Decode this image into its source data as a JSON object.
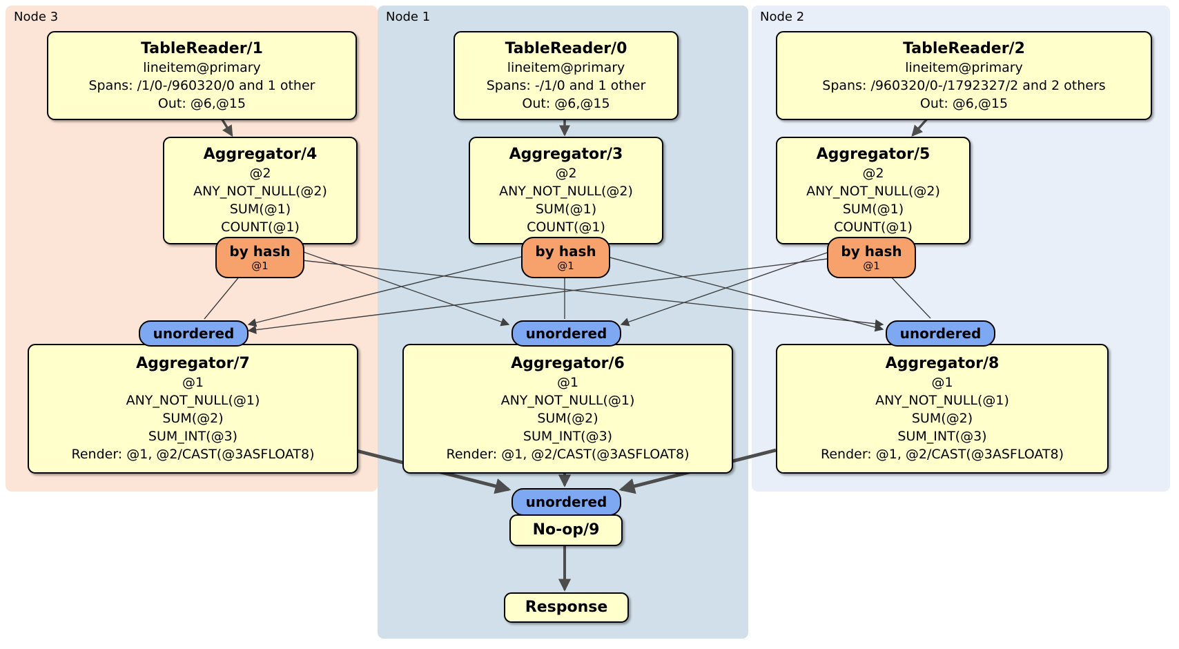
{
  "title": "DistSQL physical plan diagram",
  "colors": {
    "node3-bg": "#fce4d6",
    "node1-bg": "#d0dfe9",
    "node2-bg": "#e9eff8",
    "box-bg": "#ffffcc",
    "router-bg": "#f7a26c",
    "stream-bg": "#7fa8f2",
    "edge": "#404040",
    "edge-thick": "#4d4d4d"
  },
  "regions": [
    {
      "label": "Node 3"
    },
    {
      "label": "Node 1"
    },
    {
      "label": "Node 2"
    }
  ],
  "processors": {
    "tr1": {
      "title": "TableReader/1",
      "lines": [
        "lineitem@primary",
        "Spans: /1/0-/960320/0 and 1 other",
        "Out: @6,@15"
      ]
    },
    "tr0": {
      "title": "TableReader/0",
      "lines": [
        "lineitem@primary",
        "Spans: -/1/0 and 1 other",
        "Out: @6,@15"
      ]
    },
    "tr2": {
      "title": "TableReader/2",
      "lines": [
        "lineitem@primary",
        "Spans: /960320/0-/1792327/2 and 2 others",
        "Out: @6,@15"
      ]
    },
    "agg4": {
      "title": "Aggregator/4",
      "lines": [
        "@2",
        "ANY_NOT_NULL(@2)",
        "SUM(@1)",
        "COUNT(@1)"
      ]
    },
    "agg3": {
      "title": "Aggregator/3",
      "lines": [
        "@2",
        "ANY_NOT_NULL(@2)",
        "SUM(@1)",
        "COUNT(@1)"
      ]
    },
    "agg5": {
      "title": "Aggregator/5",
      "lines": [
        "@2",
        "ANY_NOT_NULL(@2)",
        "SUM(@1)",
        "COUNT(@1)"
      ]
    },
    "agg7": {
      "title": "Aggregator/7",
      "lines": [
        "@1",
        "ANY_NOT_NULL(@1)",
        "SUM(@2)",
        "SUM_INT(@3)",
        "Render: @1, @2/CAST(@3ASFLOAT8)"
      ]
    },
    "agg6": {
      "title": "Aggregator/6",
      "lines": [
        "@1",
        "ANY_NOT_NULL(@1)",
        "SUM(@2)",
        "SUM_INT(@3)",
        "Render: @1, @2/CAST(@3ASFLOAT8)"
      ]
    },
    "agg8": {
      "title": "Aggregator/8",
      "lines": [
        "@1",
        "ANY_NOT_NULL(@1)",
        "SUM(@2)",
        "SUM_INT(@3)",
        "Render: @1, @2/CAST(@3ASFLOAT8)"
      ]
    },
    "noop": {
      "title": "No-op/9"
    },
    "response": {
      "title": "Response"
    }
  },
  "routers": [
    {
      "label": "by hash",
      "detail": "@1"
    },
    {
      "label": "by hash",
      "detail": "@1"
    },
    {
      "label": "by hash",
      "detail": "@1"
    }
  ],
  "streams": {
    "unordered_label": "unordered"
  }
}
